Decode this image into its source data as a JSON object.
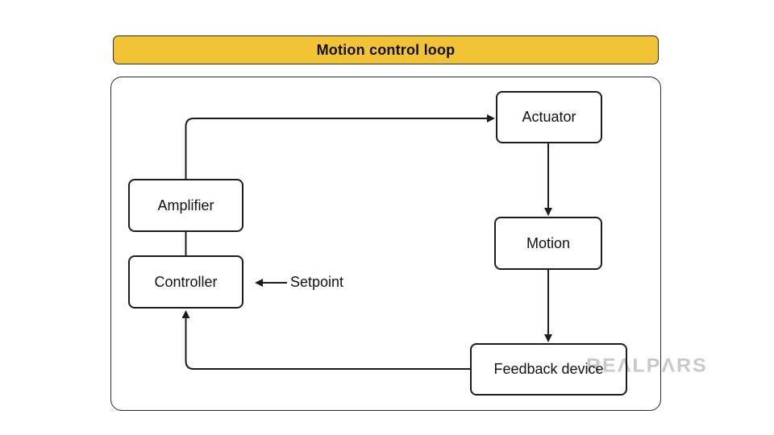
{
  "title_bar": {
    "label": "Motion control loop"
  },
  "diagram": {
    "nodes": {
      "actuator": {
        "label": "Actuator"
      },
      "motion": {
        "label": "Motion"
      },
      "feedback_device": {
        "label": "Feedback device"
      },
      "amplifier": {
        "label": "Amplifier"
      },
      "controller": {
        "label": "Controller"
      }
    },
    "annotations": {
      "setpoint": "Setpoint"
    },
    "edges": [
      {
        "from": "amplifier",
        "to": "actuator",
        "arrow": true
      },
      {
        "from": "actuator",
        "to": "motion",
        "arrow": true
      },
      {
        "from": "motion",
        "to": "feedback_device",
        "arrow": true
      },
      {
        "from": "feedback_device",
        "to": "controller",
        "arrow": true
      },
      {
        "from": "controller",
        "to": "amplifier",
        "arrow": false
      },
      {
        "from": "setpoint",
        "to": "controller",
        "arrow": true
      }
    ]
  },
  "watermark": {
    "text": "REΛLPΛRS"
  },
  "colors": {
    "title_bg": "#F2C335",
    "line": "#1C1C1C",
    "watermark": "#C9C9C9"
  }
}
